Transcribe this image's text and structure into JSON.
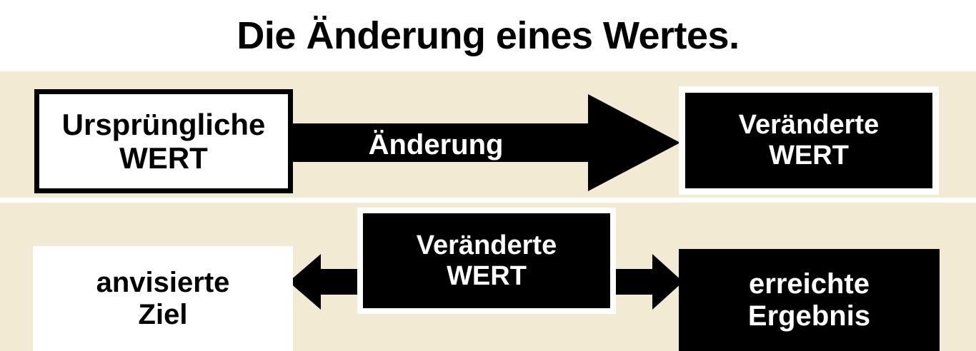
{
  "title": "Die Änderung eines Wertes.",
  "colors": {
    "band_background": "#F3EAD4",
    "page_background": "#FFFFFF",
    "ink": "#000000",
    "reverse_ink": "#FFFFFF"
  },
  "rows": [
    {
      "id": "change-flow",
      "source_box": {
        "line1": "Ursprüngliche",
        "line2": "WERT"
      },
      "arrow_label": "Änderung",
      "target_box": {
        "line1": "Veränderte",
        "line2": "WERT"
      }
    },
    {
      "id": "comparison",
      "goal_box": {
        "line1": "anvisierte",
        "line2": "Ziel"
      },
      "center_box": {
        "line1": "Veränderte",
        "line2": "WERT"
      },
      "result_box": {
        "line1": "erreichte",
        "line2": "Ergebnis"
      }
    }
  ],
  "icons": {
    "arrow_change": "arrow-right-large-icon",
    "arrow_to_goal": "arrow-left-icon",
    "arrow_to_result": "arrow-right-icon"
  }
}
